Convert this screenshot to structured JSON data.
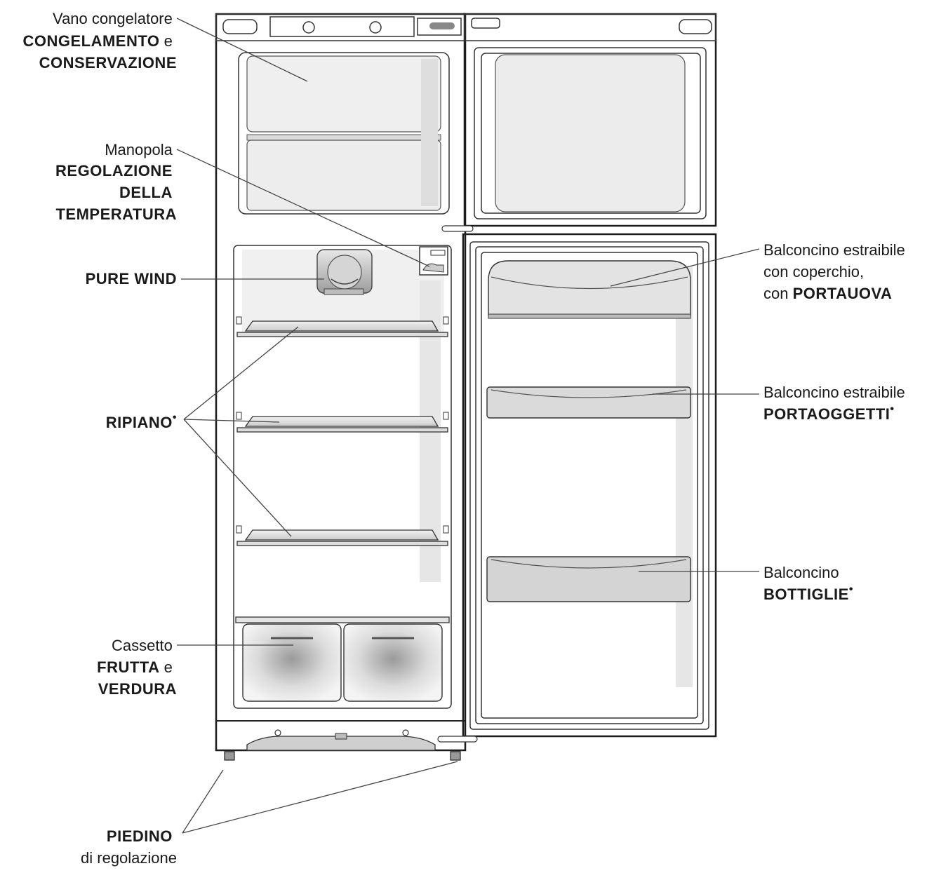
{
  "labels": {
    "freezer": {
      "line1": "Vano congelatore",
      "line2_bold": "CONGELAMENTO",
      "line2_suffix": " e",
      "line3": "CONSERVAZIONE"
    },
    "thermostat": {
      "line1": "Manopola",
      "line2": "REGOLAZIONE",
      "line3": "DELLA",
      "line4": "TEMPERATURA"
    },
    "pure_wind": {
      "line1": "PURE WIND"
    },
    "shelf": {
      "line1": "RIPIANO",
      "mark": "•"
    },
    "crisper": {
      "line1": "Cassetto",
      "line2_bold": "FRUTTA",
      "line2_suffix": " e",
      "line3": "VERDURA"
    },
    "foot": {
      "line1": "PIEDINO",
      "line2": "di regolazione"
    },
    "egg_balcony": {
      "line1": "Balconcino estraibile",
      "line2": "con coperchio,",
      "line3_prefix": "con ",
      "line3_bold": "PORTAUOVA"
    },
    "storage_balcony": {
      "line1": "Balconcino estraibile",
      "line2": "PORTAOGGETTI",
      "mark": "•"
    },
    "bottle_balcony": {
      "line1": "Balconcino",
      "line2": "BOTTIGLIE",
      "mark": "•"
    }
  }
}
